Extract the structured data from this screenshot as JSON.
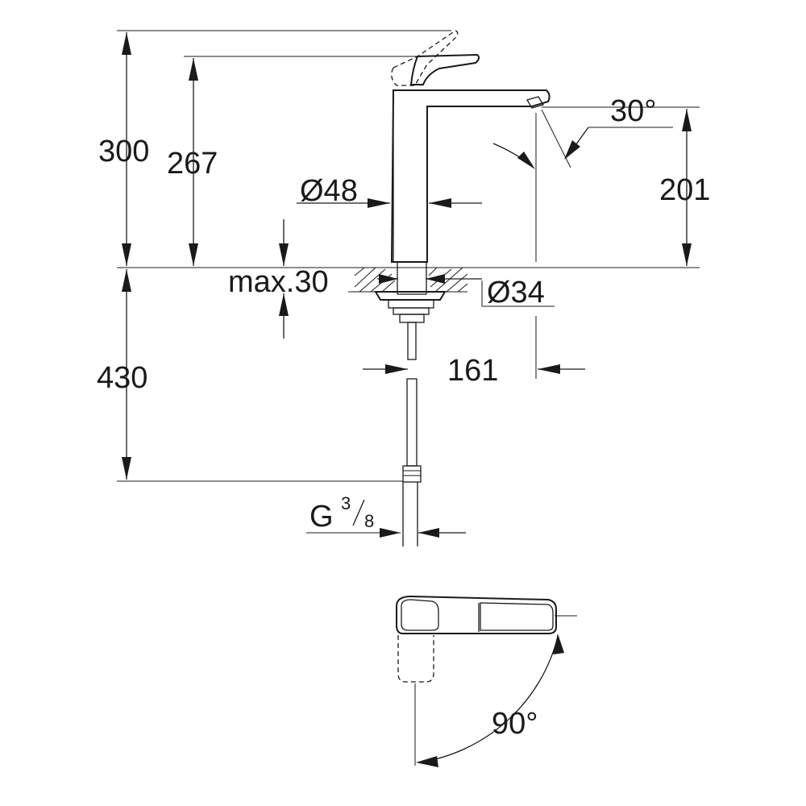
{
  "dimensions": {
    "total_height": "300",
    "lever_height": "267",
    "spout_height": "201",
    "below_deck": "430",
    "spout_reach": "161",
    "body_diameter": "Ø48",
    "hole_diameter": "Ø34",
    "deck_thickness": "max.30",
    "spout_angle": "30°",
    "lever_rotation": "90°",
    "connection_thread": "G",
    "thread_num": "3",
    "thread_den": "8"
  }
}
